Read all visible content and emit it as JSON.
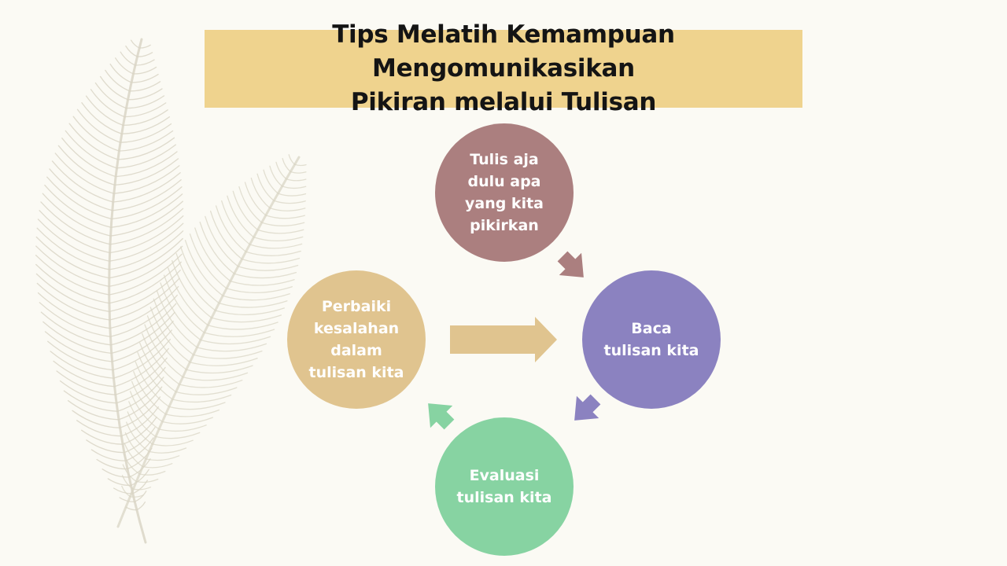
{
  "title": "Tips Melatih Kemampuan Mengomunikasikan\nPikiran melalui Tulisan",
  "colors": {
    "title_bg": "#efd38e",
    "step1": "#ab7f7f",
    "step2": "#8b82c0",
    "step3": "#87d3a2",
    "step4": "#e0c48f",
    "feather": "#d9d5c5"
  },
  "steps": [
    {
      "label": "Tulis aja\ndulu apa\nyang kita\npikirkan"
    },
    {
      "label": "Baca\ntulisan kita"
    },
    {
      "label": "Evaluasi\ntulisan kita"
    },
    {
      "label": "Perbaiki\nkesalahan\ndalam\ntulisan kita"
    }
  ],
  "decoration": "feather-illustration"
}
